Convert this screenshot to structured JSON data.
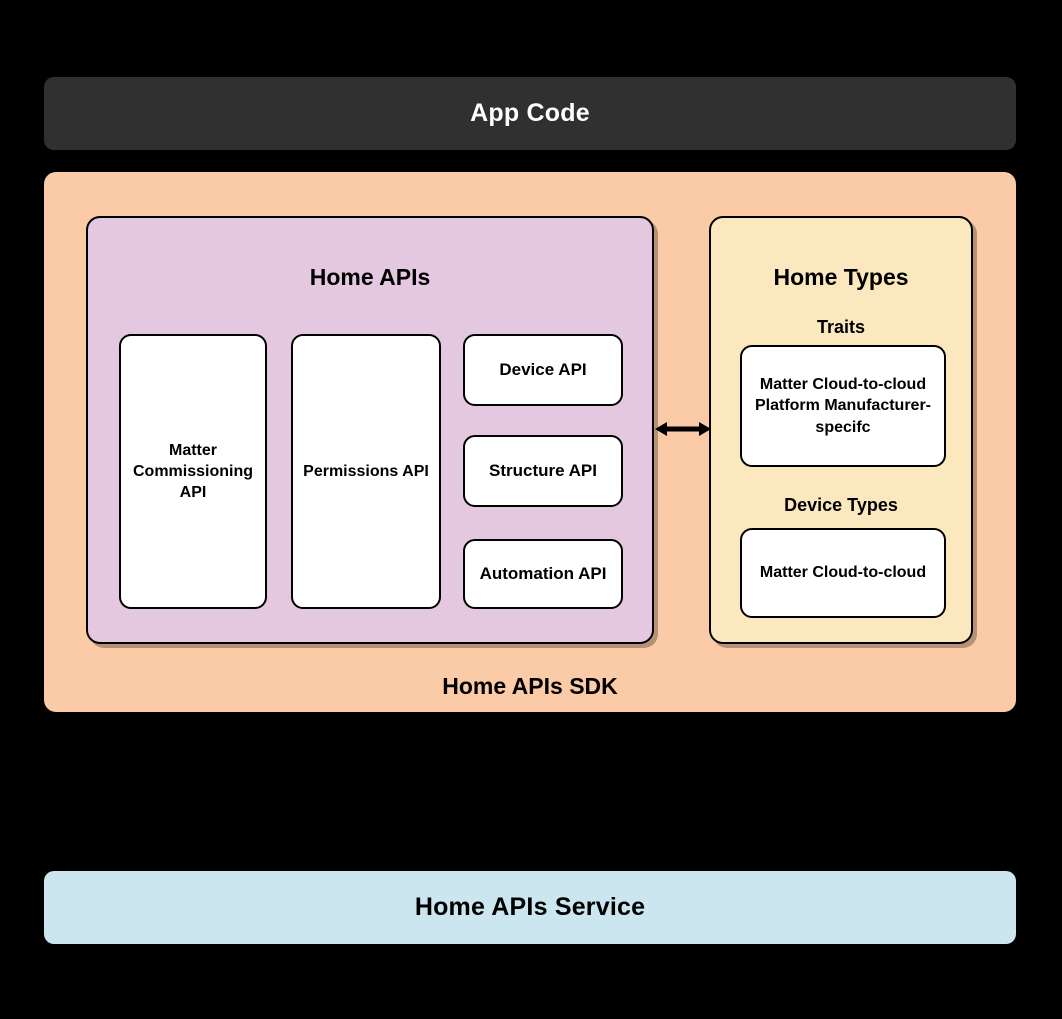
{
  "background_color": "#000000",
  "top_banner": {
    "label": "App Code",
    "background": "#303030",
    "text_color": "#ffffff"
  },
  "bottom_banner": {
    "label": "Home APIs Service",
    "background": "#cbe6ee",
    "text_color": "#000000"
  },
  "sdk_container": {
    "label": "Home APIs SDK",
    "background": "#fbcaa6"
  },
  "home_apis_panel": {
    "title": "Home APIs",
    "background": "#e3c8e0",
    "cards": [
      {
        "name": "matter-commissioning-api",
        "lines": [
          "Matter",
          "Commissioning",
          "API"
        ]
      },
      {
        "name": "permissions-api",
        "lines": [
          "Permissions API"
        ]
      },
      {
        "name": "device-api",
        "lines": [
          "Device API"
        ]
      },
      {
        "name": "structure-api",
        "lines": [
          "Structure API"
        ]
      },
      {
        "name": "automation-api",
        "lines": [
          "Automation API"
        ]
      }
    ]
  },
  "home_types_panel": {
    "title": "Home Types",
    "background": "#fce8be",
    "traits": {
      "heading": "Traits",
      "lines": [
        "Matter",
        "Cloud-to-cloud",
        "Platform",
        "Manufacturer-specifc"
      ]
    },
    "device_types": {
      "heading": "Device Types",
      "lines": [
        "Matter",
        "Cloud-to-cloud"
      ]
    }
  },
  "connector": {
    "name": "bidirectional-arrow",
    "color": "#000000"
  },
  "card_labels": {
    "matter_commissioning_api_l1": "Matter",
    "matter_commissioning_api_l2": "Commissioning",
    "matter_commissioning_api_l3": "API",
    "permissions_api": "Permissions API",
    "device_api": "Device API",
    "structure_api": "Structure API",
    "automation_api": "Automation API",
    "traits_l1": "Matter",
    "traits_l2": "Cloud-to-cloud",
    "traits_l3": "Platform",
    "traits_l4": "Manufacturer-specifc",
    "device_types_l1": "Matter",
    "device_types_l2": "Cloud-to-cloud"
  }
}
